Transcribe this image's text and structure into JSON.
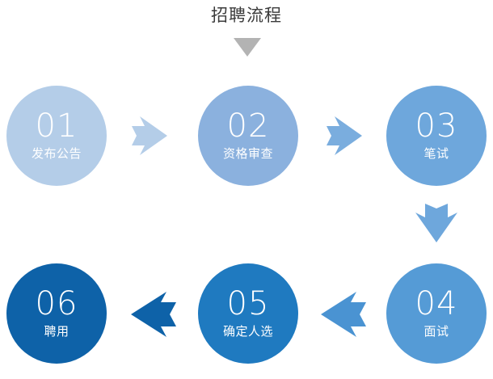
{
  "header": {
    "title": "招聘流程",
    "caret_icon": "caret-down-icon",
    "caret_color": "#b3b3b3"
  },
  "diagram": {
    "type": "process-flow",
    "direction": "serpentine-left-to-right-then-right-to-left",
    "nodes": [
      {
        "id": "01",
        "number": "01",
        "label": "发布公告",
        "color": "#b4cde8",
        "row": 1,
        "column": 1
      },
      {
        "id": "02",
        "number": "02",
        "label": "资格审查",
        "color": "#8bb1de",
        "row": 1,
        "column": 2
      },
      {
        "id": "03",
        "number": "03",
        "label": "笔试",
        "color": "#6ea7dc",
        "row": 1,
        "column": 3
      },
      {
        "id": "04",
        "number": "04",
        "label": "面试",
        "color": "#559bd6",
        "row": 2,
        "column": 3
      },
      {
        "id": "05",
        "number": "05",
        "label": "确定人选",
        "color": "#1f7ac0",
        "row": 2,
        "column": 2
      },
      {
        "id": "06",
        "number": "06",
        "label": "聘用",
        "color": "#0e62a8",
        "row": 2,
        "column": 1
      }
    ],
    "connectors": [
      {
        "id": "arrow-1",
        "from": "01",
        "to": "02",
        "icon": "arrow-right-icon",
        "direction": "right",
        "color": "#b4cde8"
      },
      {
        "id": "arrow-2",
        "from": "02",
        "to": "03",
        "icon": "arrow-right-icon",
        "direction": "right",
        "color": "#7aadde"
      },
      {
        "id": "arrow-3",
        "from": "03",
        "to": "04",
        "icon": "arrow-down-icon",
        "direction": "down",
        "color": "#6ea7dc"
      },
      {
        "id": "arrow-4",
        "from": "04",
        "to": "05",
        "icon": "arrow-left-icon",
        "direction": "left",
        "color": "#4a93d2"
      },
      {
        "id": "arrow-5",
        "from": "05",
        "to": "06",
        "icon": "arrow-left-icon",
        "direction": "left",
        "color": "#0e62a8"
      }
    ]
  }
}
